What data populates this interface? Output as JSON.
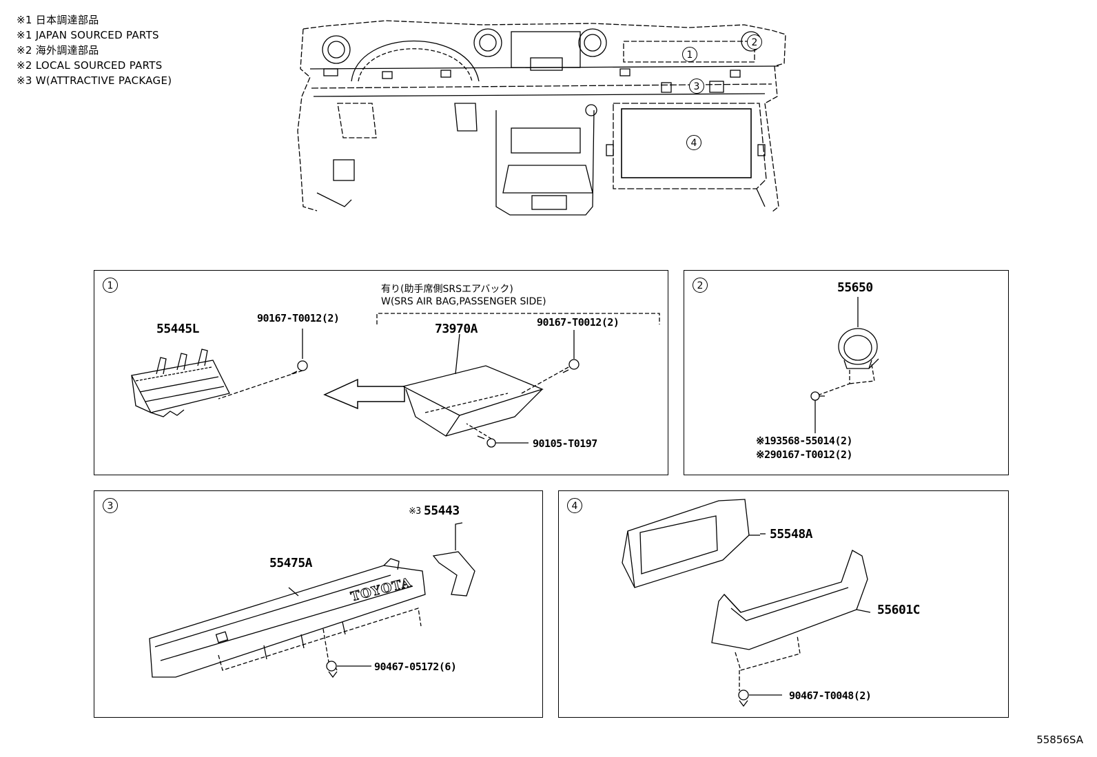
{
  "notes": [
    "※1 日本調達部品",
    "※1 JAPAN SOURCED PARTS",
    "※2 海外調達部品",
    "※2 LOCAL SOURCED PARTS",
    "※3 W(ATTRACTIVE PACKAGE)"
  ],
  "overview": {
    "callouts": [
      "1",
      "2",
      "3",
      "4"
    ]
  },
  "panel1": {
    "num": "1",
    "condition_line1": "有り(助手席側SRSエアバック)",
    "condition_line2": "W(SRS AIR BAG,PASSENGER SIDE)",
    "part_a": "55445L",
    "part_b": "90167-T0012(2)",
    "part_c": "73970A",
    "part_d": "90167-T0012(2)",
    "part_e": "90105-T0197"
  },
  "panel2": {
    "num": "2",
    "part_a": "55650",
    "part_b": "※193568-55014(2)",
    "part_c": "※290167-T0012(2)"
  },
  "panel3": {
    "num": "3",
    "part_a_prefix": "※3",
    "part_a": "55443",
    "part_b": "55475A",
    "part_c": "90467-05172(6)",
    "emblem": "TOYOTA"
  },
  "panel4": {
    "num": "4",
    "part_a": "55548A",
    "part_b": "55601C",
    "part_c": "90467-T0048(2)"
  },
  "diagram_code": "55856SA"
}
